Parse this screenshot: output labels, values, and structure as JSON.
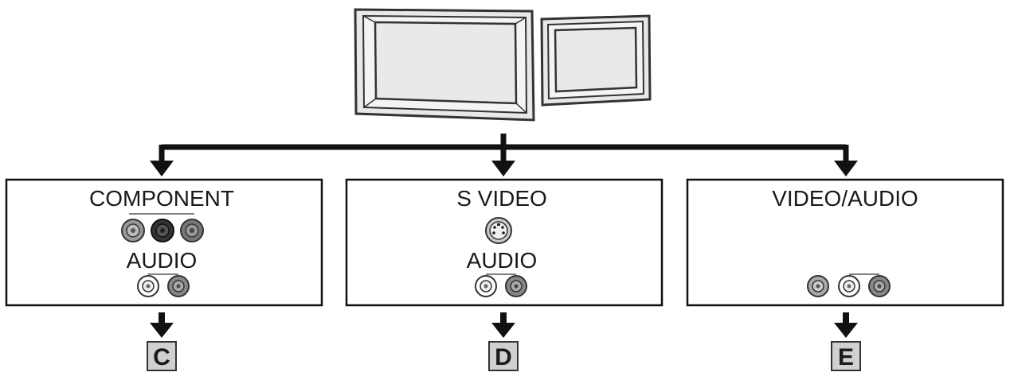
{
  "diagram": {
    "top_device": {
      "icon": "tv-icon"
    },
    "boxes": [
      {
        "title": "COMPONENT",
        "audio_label": "AUDIO",
        "video_jacks": [
          "component-y",
          "component-pb",
          "component-pr"
        ],
        "audio_jacks": [
          "audio-white",
          "audio-red"
        ],
        "result": "C"
      },
      {
        "title": "S VIDEO",
        "audio_label": "AUDIO",
        "video_jacks": [
          "s-video"
        ],
        "audio_jacks": [
          "audio-white",
          "audio-red"
        ],
        "result": "D"
      },
      {
        "title": "VIDEO/AUDIO",
        "audio_label": "",
        "video_jacks": [
          "video-yellow",
          "audio-white",
          "audio-red"
        ],
        "audio_jacks": [],
        "result": "E"
      }
    ]
  }
}
